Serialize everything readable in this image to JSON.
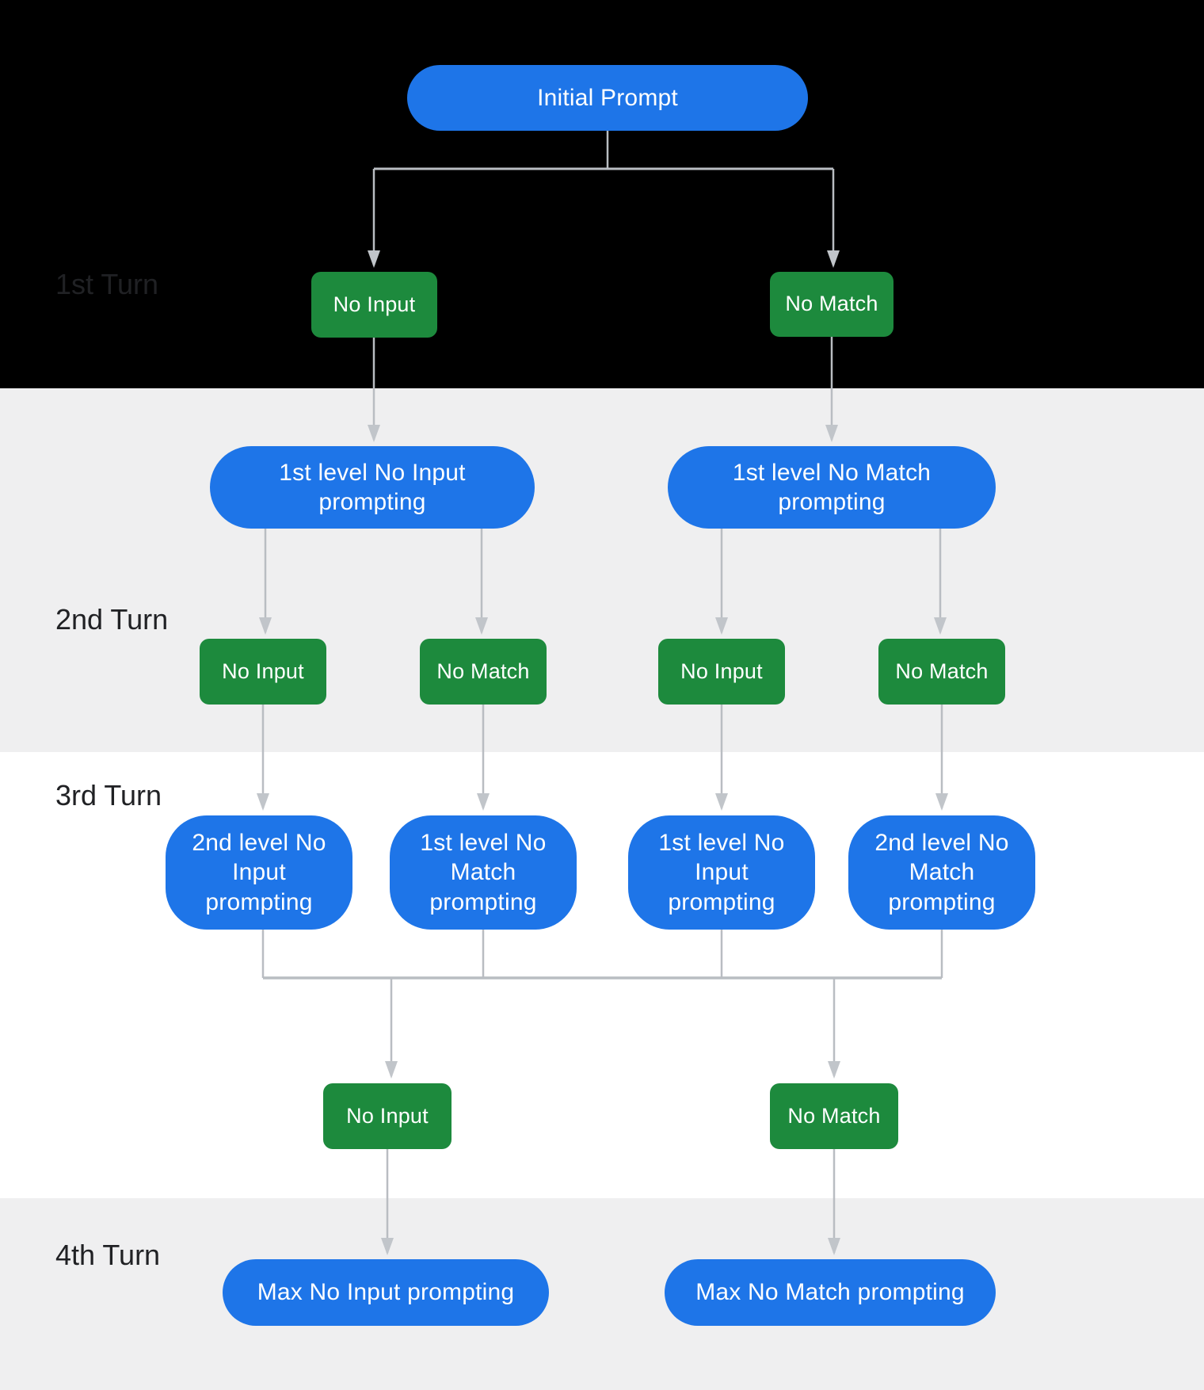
{
  "colors": {
    "band_dark": "#000000",
    "band_gray": "#efeff0",
    "band_white": "#ffffff",
    "node_blue": "#1e75e8",
    "node_green": "#1d8a3d",
    "node_text": "#ffffff",
    "turn_label_text": "#202124",
    "connector_gray": "#b9bdc2",
    "arrowhead_gray": "#c1c5ca"
  },
  "diagram": {
    "turns": [
      {
        "label": "1st Turn"
      },
      {
        "label": "2nd Turn"
      },
      {
        "label": "3rd Turn"
      },
      {
        "label": "4th Turn"
      }
    ],
    "initial": {
      "label": "Initial Prompt"
    },
    "turn1_badges": [
      {
        "label": "No Input"
      },
      {
        "label": "No Match"
      }
    ],
    "level1_prompts": [
      {
        "label": "1st level No Input prompting"
      },
      {
        "label": "1st level No Match prompting"
      }
    ],
    "turn2_badges": [
      {
        "label": "No Input"
      },
      {
        "label": "No Match"
      },
      {
        "label": "No Input"
      },
      {
        "label": "No Match"
      }
    ],
    "level2_prompts": [
      {
        "label": "2nd level No Input prompting"
      },
      {
        "label": "1st level No Match prompting"
      },
      {
        "label": "1st level No Input prompting"
      },
      {
        "label": "2nd level No Match prompting"
      }
    ],
    "turn3_badges": [
      {
        "label": "No Input"
      },
      {
        "label": "No Match"
      }
    ],
    "max_prompts": [
      {
        "label": "Max No Input prompting"
      },
      {
        "label": "Max No Match prompting"
      }
    ]
  }
}
